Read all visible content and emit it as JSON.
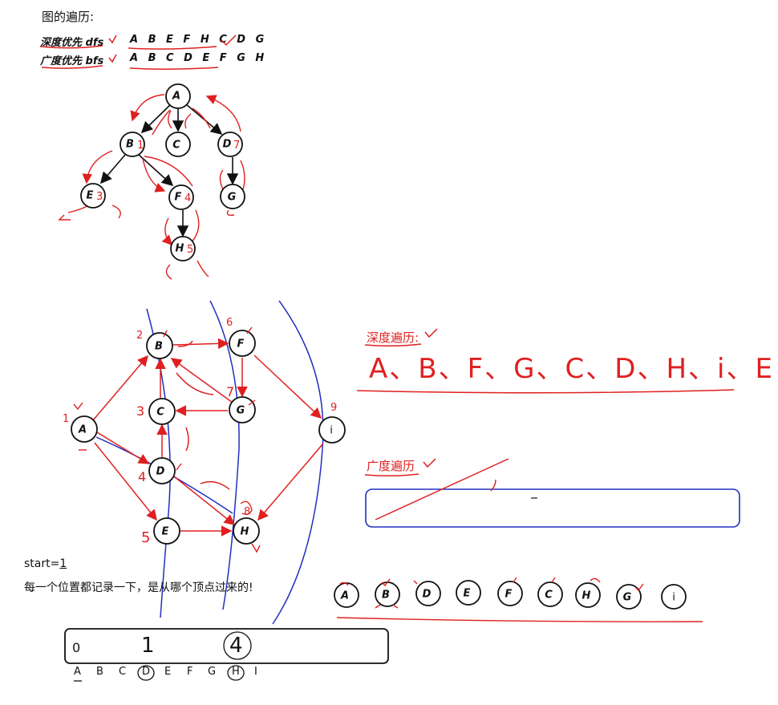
{
  "page_title": "图的遍历:",
  "tree_traversal": {
    "dfs_label": "深度优先 dfs",
    "dfs_sequence": "A B E F H C D G",
    "bfs_label": "广度优先 bfs",
    "bfs_sequence": "A B C D E F G H"
  },
  "tree_nodes": [
    "A",
    "B",
    "C",
    "D",
    "E",
    "F",
    "G",
    "H"
  ],
  "tree_order_marks": {
    "B": "1",
    "E": "3",
    "F": "4",
    "H": "5",
    "D": "7"
  },
  "graph_nodes": [
    "B",
    "F",
    "C",
    "G",
    "i",
    "A",
    "D",
    "E",
    "H"
  ],
  "graph_order_marks": {
    "A": "1",
    "B": "2",
    "C": "3",
    "D": "4",
    "E": "5",
    "F": "6",
    "G": "7",
    "H": "8",
    "i": "9"
  },
  "dfs_panel": {
    "heading": "深度遍历:",
    "sequence": [
      "A",
      "B",
      "F",
      "G",
      "C",
      "D",
      "H",
      "i",
      "E"
    ]
  },
  "bfs_panel": {
    "heading": "广度遍历",
    "box_content": ""
  },
  "start_note": {
    "start_label": "start=",
    "start_value": "1",
    "sentence": "每一个位置都记录一下，是从哪个顶点过来的!"
  },
  "visit_row": [
    "A",
    "B",
    "D",
    "E",
    "F",
    "C",
    "H",
    "G",
    "i"
  ],
  "parent_array": {
    "values": [
      "0",
      "1",
      "4"
    ],
    "headers": [
      "A",
      "B",
      "C",
      "D",
      "E",
      "F",
      "G",
      "H",
      "I"
    ]
  },
  "colors": {
    "ink": "#111111",
    "red_pen": "#e02020",
    "blue_pen": "#2030c0"
  }
}
